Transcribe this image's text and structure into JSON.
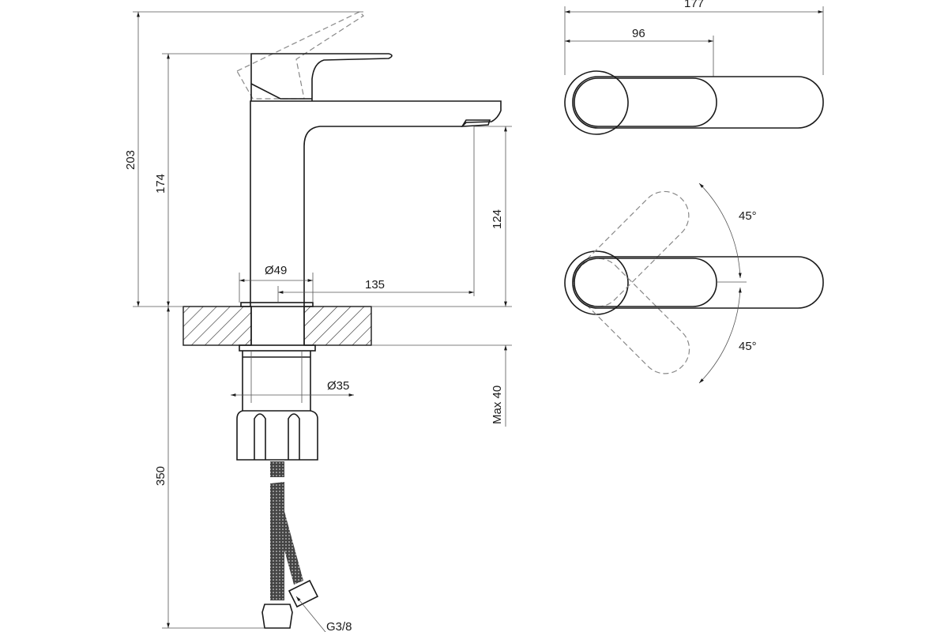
{
  "title": "Basin faucet dimension drawing",
  "dimensions": {
    "total_height": "203",
    "lever_height": "174",
    "spout_height": "124",
    "body_diameter": "Ø49",
    "spout_reach": "135",
    "shank_diameter": "Ø35",
    "max_counter_thickness": "Max 40",
    "hose_length": "350",
    "hose_thread": "G3/8",
    "top_total_length": "177",
    "top_lever_length": "96",
    "rotation_angle_up": "45°",
    "rotation_angle_down": "45°"
  }
}
